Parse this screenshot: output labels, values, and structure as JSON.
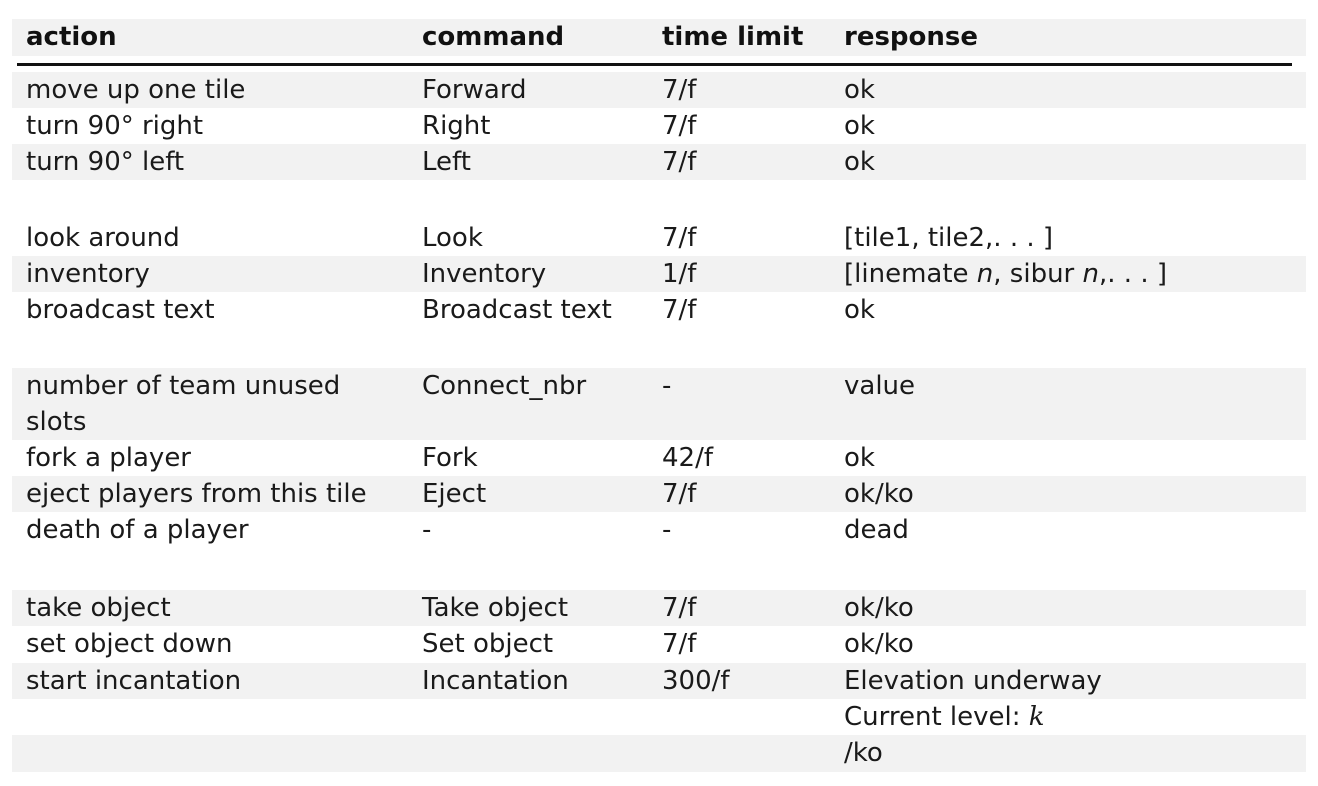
{
  "table": {
    "headers": {
      "action": "action",
      "command": "command",
      "time_limit": "time limit",
      "response": "response"
    },
    "rows": [
      {
        "action": "move up one tile",
        "command": "Forward",
        "time": "7/f",
        "response": "ok"
      },
      {
        "action": "turn 90° right",
        "command": "Right",
        "time": "7/f",
        "response": "ok"
      },
      {
        "action": "turn 90° left",
        "command": "Left",
        "time": "7/f",
        "response": "ok"
      },
      {
        "action": "look around",
        "command": "Look",
        "time": "7/f",
        "response": "[tile1, tile2,. . . ]"
      },
      {
        "action": "inventory",
        "command": "Inventory",
        "time": "1/f",
        "response_parts": [
          "[linemate ",
          "n",
          ", sibur ",
          "n",
          ",. . . ]"
        ]
      },
      {
        "action": "broadcast text",
        "command": "Broadcast text",
        "time": "7/f",
        "response": "ok"
      },
      {
        "action": "number of team unused slots",
        "command": "Connect_nbr",
        "time": "-",
        "response": "value"
      },
      {
        "action": "fork a player",
        "command": "Fork",
        "time": "42/f",
        "response": "ok"
      },
      {
        "action": "eject players from this tile",
        "command": "Eject",
        "time": "7/f",
        "response": "ok/ko"
      },
      {
        "action": "death of a player",
        "command": "-",
        "time": "-",
        "response": "dead"
      },
      {
        "action": "take object",
        "command": "Take object",
        "time": "7/f",
        "response": "ok/ko"
      },
      {
        "action": "set object down",
        "command": "Set object",
        "time": "7/f",
        "response": "ok/ko"
      },
      {
        "action": "start incantation",
        "command": "Incantation",
        "time": "300/f",
        "response": "Elevation underway"
      },
      {
        "response_label": "Current level: ",
        "response_var": "k"
      },
      {
        "response": "/ko"
      }
    ]
  }
}
